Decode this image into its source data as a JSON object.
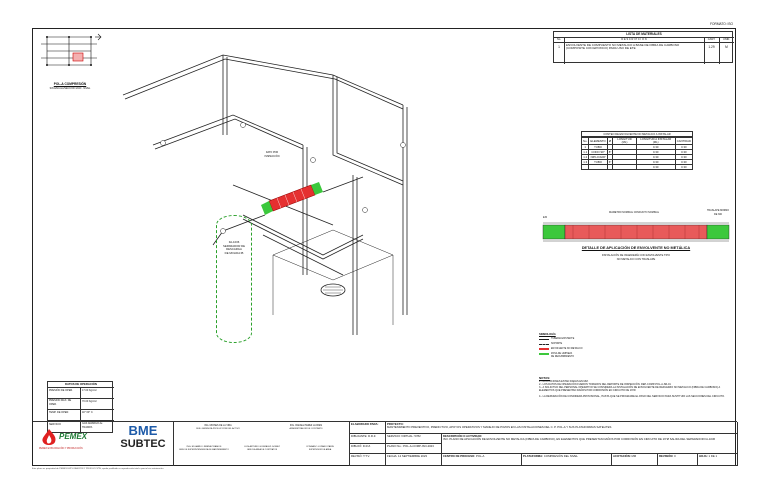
{
  "format": "FORMATO: ISO",
  "materials": {
    "title": "LISTA DE MATERIALES",
    "subtitle": "D E S C R I P C I O N",
    "headers": [
      "No.",
      "CANT.",
      "UNID."
    ],
    "rows": [
      {
        "no": "1",
        "desc": "ENVOLVENTE DE COMPUESTO NO METALICO A BASE DE FIBRA DE CARBONO (COMPOSITE CON EPOXICO) PARA USO DE ETE",
        "cant": "1.29",
        "unid": "M"
      }
    ]
  },
  "clamps": {
    "title": "CONTEO DE ENVOLVENTE NO METALICO A INSTALAR",
    "headers": [
      "No.",
      "ELEMENTO",
      "Ø",
      "LONGITUD (ML)",
      "LONGITUD A INSTALAR (ML)",
      "CANTIDAD"
    ],
    "rows": [
      [
        "1",
        "TUBO",
        "",
        "",
        "0.30",
        "0.30"
      ],
      [
        "1.1",
        "CODO 90°",
        "8\"",
        "",
        "0.30",
        "0.30"
      ],
      [
        "1.2",
        "NIPLO/ADP",
        "",
        "",
        "0.30",
        "0.30"
      ],
      [
        "1.3",
        "TUBO",
        "6\"",
        "",
        "0.30",
        "0.30"
      ],
      [
        "",
        "",
        "",
        "",
        "0.30",
        "0.30"
      ]
    ]
  },
  "detail": {
    "label_left": "EXI",
    "label_top": "DIAMETRO NOMINAL CONDUCTO NOMINAL",
    "label_right": "TRASLAPE MINIMO DE 300",
    "title": "DETALLE DE APLICACIÓN DE ENVOLVENTE NO METÁLICA",
    "subtitle1": "INSTALACIÓN DE INGENIERÍA CON ENVOLVENTE TIPO",
    "subtitle2": "NO METALICO CON TRASLAPE"
  },
  "key_plan": {
    "title": "POL-A COMPRESIÓN",
    "subtitle": "SIN ESCALA/SECCIÓN 2020 · NIVEL"
  },
  "vessel": {
    "lines": [
      "FA-1036",
      "SEPARADOR DE",
      "DESCARGA",
      "DE MOLIDA IB"
    ]
  },
  "callout": {
    "text": "DATO POR INSPECCIÓN"
  },
  "legend": {
    "title": "SIMBOLOGÍA",
    "items": [
      "TUBERIA EXISTENTE",
      "SOPORTE",
      "ENVOLVENTE NO METALICO",
      "ZONA DE LIMPIEZA",
      "DE RECUBRIMIENTO"
    ]
  },
  "notes": {
    "title": "NOTAS:",
    "items": [
      "1.- ACOTACIONES ESTAN DADAS EN MM.",
      "2.- LOS DATOS DE OPERACIÓN FUERON TOMADOS DEL REPORTE DE INSPECCIÓN.   REP-COMP-POL-A-SR-01",
      "3.- A SOLICITUD DEL PERSONAL OPERATIVO SE CONSIDERA LA INSTALACIÓN DE ENVOLVENTE DE REFUERZO NO METALICO (FIBRA DE CARBONO) A ELEMENTOS QUE PRESENTAN DAÑOS POR CORROSIÓN EN CIRCUITO DE 16\"Ø.",
      "4.- LA REPARACIÓN DE CONDIDERA PROVISIONAL, HASTA QUE SE PROGRAME EL PASO DEL SERVICIO PARA SUSTITUIR LAS SECCIONES DEL CIRCUITO."
    ]
  },
  "operation": {
    "title": "DATOS DE OPERACIÓN",
    "rows": [
      [
        "PRESIÓN DE OPER.",
        "17.00 Kg/cm²"
      ],
      [
        "PRESIÓN MAX. DE OPER.",
        "70.00 Kg/cm²"
      ],
      [
        "TEMP. DE OPER.",
        "40° 60° C"
      ],
      [
        "SERVICIO",
        "GAS AMARGO de TRAMPA"
      ]
    ]
  },
  "logos": {
    "pemex": "PEMEX",
    "pemex_sub": "PEMEX EXPLORACIÓN Y PRODUCCIÓN",
    "bme": "BME",
    "subtec": "SUBTEC"
  },
  "signatures": [
    {
      "name": "ING. MOISES DE LA VIRA",
      "role": "SUB. GERENCIA PRODUCCIÓN DEL ACTIVO"
    },
    {
      "name": "ING. RAFAEL PEREZ LLORES",
      "role": "ADMINISTRADOR DE CONTRATO"
    },
    {
      "name": "ING. EDUARDO JIMENEZ RAMOS",
      "role": "JEFE DE SUPERINTENDENCIA DE MANTENIMIENTO"
    },
    {
      "name": "LUIS ARTURO GONZALEZ GOMEZ",
      "role": "JEFE DE AREA DE CONTRATOS"
    },
    {
      "name": "CONRADO LOZANO PARIS",
      "role": "SUPERVISOR DE AREA"
    }
  ],
  "title_block": {
    "elaborado_label": "ELABORADO PARA:",
    "proyecto_label": "PROYECTO:",
    "proyecto": "MANTENIMIENTO PREVENTIVO, PREDICTIVO, APOYOS OPERATIVOS Y MANEJO DE POZOS EN LAS INSTALACIONES DEL C. P. POL-A Y SUS PLATAFORMAS SATELITES",
    "dibujante_label": "DIBUJANTE:",
    "dibujante": "D.R.Z.",
    "servicio_label": "SERVICIO VIRTUAL:",
    "servicio": "5782",
    "descripcion_label": "DESCRIPCIÓN O ACTIVIDAD:",
    "descripcion": "ISO. PLANO DE APLICACIÓN DE ENVOLVENTE NO METALICA (FIBRA DE CARBONO), EN ELEMENTOS QUE PRESENTAN DAÑOS POR CORROSIÓN EN CIRCUITO DE 16\"Ø SALIDA DEL SEPARADOR FA-1036",
    "dibujo_label": "DIBUJÓ:",
    "dibujo": "D.R.Z.",
    "plano_label": "PLANO No.:",
    "plano": "POL-A-COMP-ISO-2023",
    "reviso_label": "REVISÓ:",
    "reviso": "T.T.V.",
    "fecha_label": "FECHA:",
    "fecha": "12 SEPTIEMBRE 2023",
    "centro_label": "CENTRO DE PROCESO:",
    "centro": "POL-A",
    "plataforma_label": "PLATAFORMA:",
    "plataforma": "COMPRESIÓN DEL NIVEL",
    "acotacion_label": "ACOTACIÓN:",
    "acotacion": "MM",
    "revision_label": "REVISIÓN:",
    "revision": "0",
    "hoja_label": "HOJA:",
    "hoja": "1 DE 1"
  },
  "footer": "Este plano es propiedad de PEMEX EXPLORACIÓN Y PRODUCCIÓN, queda prohibida su reproducción total o parcial sin autorización."
}
